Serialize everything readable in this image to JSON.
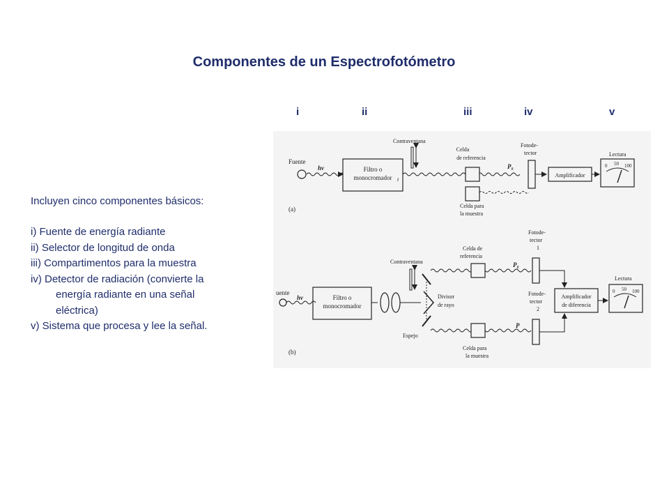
{
  "slide": {
    "title": "Componentes de un Espectrofotómetro",
    "roman_labels": [
      "i",
      "ii",
      "iii",
      "iv",
      "v"
    ],
    "intro": "Incluyen cinco componentes básicos:",
    "items": [
      {
        "lines": [
          "i)   Fuente de energía radiante"
        ]
      },
      {
        "lines": [
          "ii)  Selector de longitud de onda"
        ]
      },
      {
        "lines": [
          "iii) Compartimentos para la muestra"
        ]
      },
      {
        "lines": [
          "iv) Detector de radiación (convierte la",
          "energía radiante en una señal",
          "eléctrica)"
        ]
      },
      {
        "lines": [
          "v)  Sistema que procesa y lee la señal."
        ]
      }
    ]
  },
  "figure": {
    "a": {
      "fuente": "Fuente",
      "hv": "hν",
      "filtro": [
        "Filtro o",
        "monocromador"
      ],
      "t": "t",
      "contraventana": "Contraventana",
      "celda_ref": [
        "Celda",
        "de referencia"
      ],
      "p0": "P₀",
      "fotodetector": [
        "Fotode-",
        "tector"
      ],
      "amplificador": "Amplificador",
      "lectura": "Lectura",
      "scale": [
        "0",
        "50",
        "100"
      ],
      "celda_muestra": [
        "Celda para",
        "la muestra"
      ],
      "tag": "(a)"
    },
    "b": {
      "fuente": "uente",
      "hv": "hν",
      "filtro": [
        "Filtro o",
        "monocromador"
      ],
      "contraventana": "Contraventana",
      "divisor": [
        "Divisor",
        "de rayo"
      ],
      "espejo": "Espejo",
      "celda_ref": [
        "Celda de",
        "referencia"
      ],
      "p0": "P₀",
      "p": "P",
      "fotodetector1": [
        "Fotode-",
        "tector",
        "1"
      ],
      "fotodetector2": [
        "Fotode-",
        "tector",
        "2"
      ],
      "amplificador": [
        "Amplificador",
        "de diferencia"
      ],
      "lectura": "Lectura",
      "scale": [
        "0",
        "50",
        "100"
      ],
      "celda_muestra": [
        "Celda para",
        "la muestra"
      ],
      "tag": "(b)"
    }
  }
}
